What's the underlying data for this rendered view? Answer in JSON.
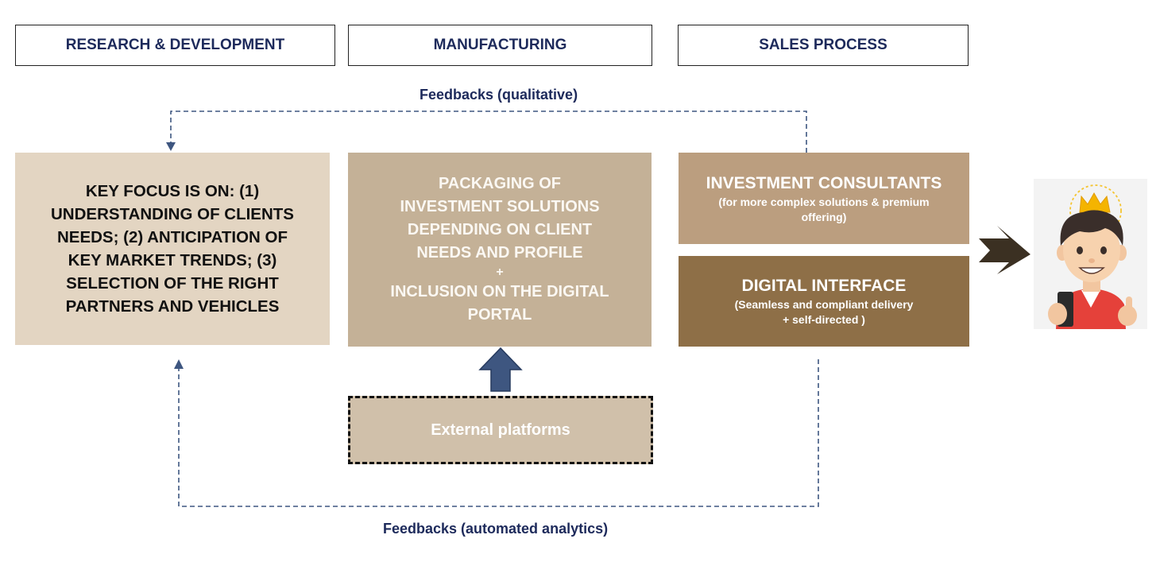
{
  "headers": {
    "rd": "RESEARCH & DEVELOPMENT",
    "manufacturing": "MANUFACTURING",
    "sales": "SALES PROCESS"
  },
  "feedback_top": "Feedbacks (qualitative)",
  "feedback_bottom": "Feedbacks (automated analytics)",
  "rd_box": {
    "lines": [
      "KEY FOCUS IS ON: (1)",
      "UNDERSTANDING OF CLIENTS",
      "NEEDS; (2) ANTICIPATION OF",
      "KEY MARKET TRENDS; (3)",
      "SELECTION OF THE RIGHT",
      "PARTNERS AND VEHICLES"
    ]
  },
  "manufacturing_box": {
    "lines": [
      "PACKAGING OF",
      "INVESTMENT SOLUTIONS",
      "DEPENDING ON CLIENT",
      "NEEDS AND PROFILE"
    ],
    "plus": "+",
    "lines2": [
      "INCLUSION ON THE DIGITAL",
      "PORTAL"
    ]
  },
  "investment_consultants": {
    "title": "INVESTMENT CONSULTANTS",
    "subtitle": "(for more complex solutions & premium offering)"
  },
  "digital_interface": {
    "title": "DIGITAL INTERFACE",
    "subtitle_line1": "(Seamless and compliant delivery",
    "subtitle_line2": "+ self-directed )"
  },
  "external_platforms": "External platforms",
  "colors": {
    "navy": "#1d2a5b",
    "rd_fill": "#e3d5c2",
    "manufacturing_fill": "#c4b197",
    "consultants_fill": "#bb9e7f",
    "digital_fill": "#8e6f47",
    "external_fill": "#d0c0aa",
    "arrow_fill": "#3e5680",
    "dark_arrow_fill": "#3b3022"
  },
  "icons": [
    "up-arrow-icon",
    "right-arrow-icon",
    "client-avatar-icon",
    "crown-icon",
    "phone-icon",
    "thumbs-up-icon"
  ]
}
